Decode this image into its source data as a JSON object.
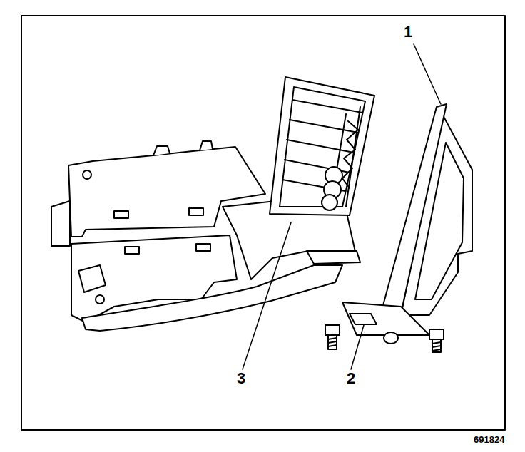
{
  "diagram": {
    "labels": [
      "1",
      "2",
      "3",
      "691824"
    ]
  }
}
